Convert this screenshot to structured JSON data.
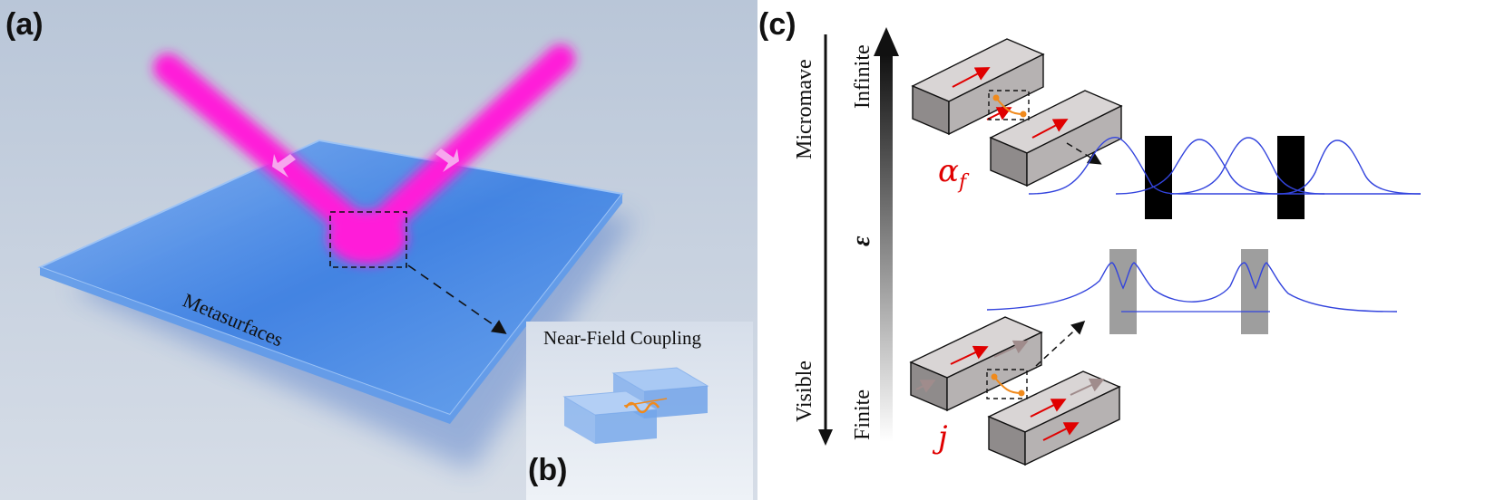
{
  "panel_a": {
    "label": "(a)",
    "surface_label": "Metasurfaces",
    "colors": {
      "beam": "#ff1ad9",
      "surface": "#4d8fe8",
      "background": "#c5cfdd"
    }
  },
  "panel_b": {
    "label": "(b)",
    "title": "Near-Field Coupling"
  },
  "panel_c": {
    "label": "(c)",
    "band_top": "Micromave",
    "band_bottom": "Visible",
    "scale_top": "Infinite",
    "scale_bottom": "Finite",
    "epsilon_symbol": "ε",
    "alpha_symbol": "α",
    "alpha_subscript": "f",
    "j_symbol": "j",
    "colors": {
      "field_curve": "#3344dd",
      "arrow": "#e00000",
      "coupling": "#f08a1c"
    }
  }
}
